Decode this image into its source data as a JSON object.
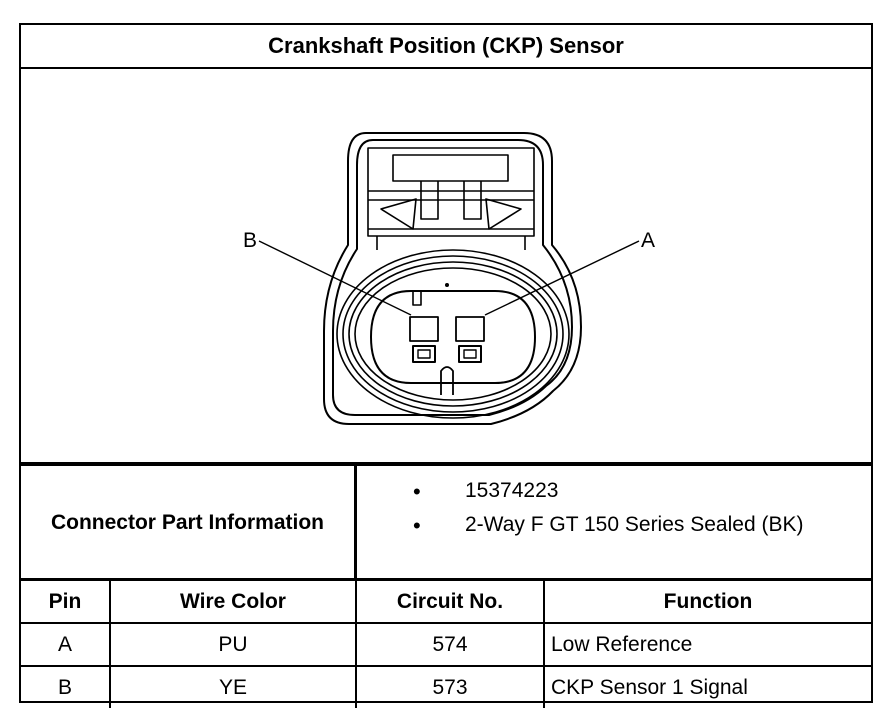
{
  "title": "Crankshaft Position (CKP) Sensor",
  "diagram": {
    "pin_labels": {
      "b": "B",
      "a": "A"
    }
  },
  "connector_info": {
    "label": "Connector Part Information",
    "items": [
      "15374223",
      "2-Way F GT 150 Series Sealed (BK)"
    ]
  },
  "pin_table": {
    "headers": [
      "Pin",
      "Wire Color",
      "Circuit No.",
      "Function"
    ],
    "rows": [
      [
        "A",
        "PU",
        "574",
        "Low Reference"
      ],
      [
        "B",
        "YE",
        "573",
        "CKP Sensor 1 Signal"
      ]
    ]
  }
}
